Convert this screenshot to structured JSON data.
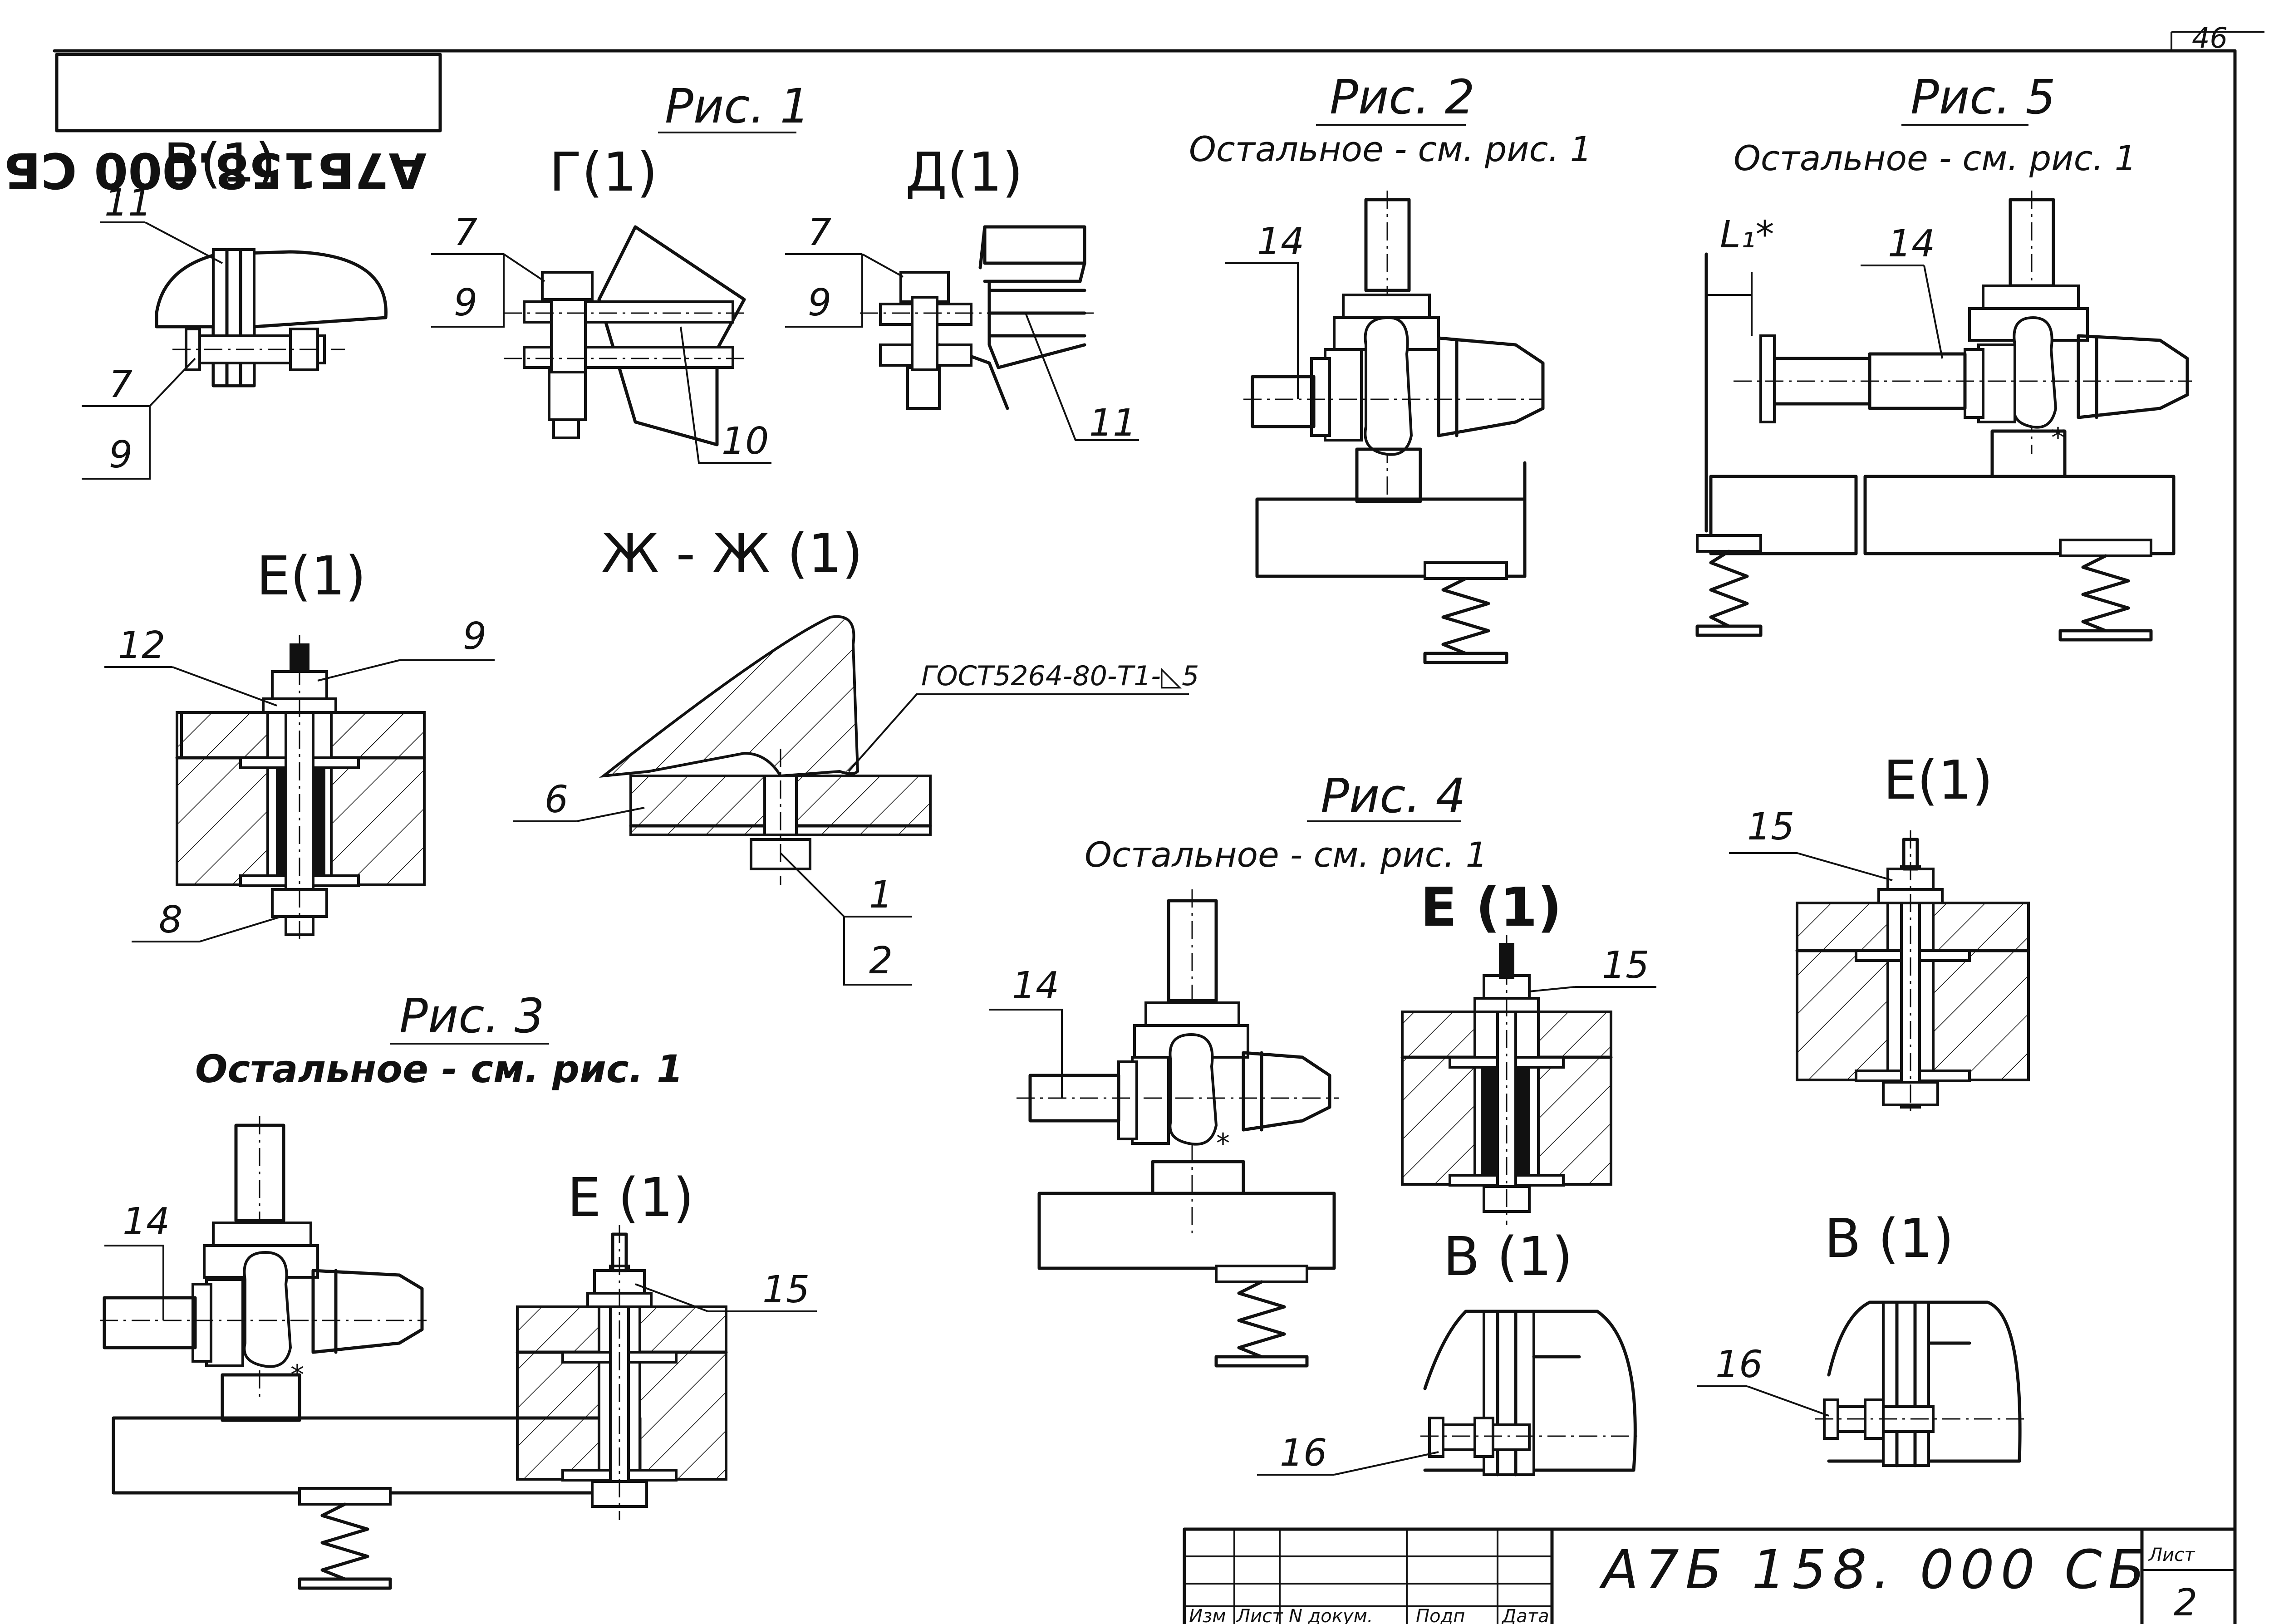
{
  "sheet": {
    "number": "46",
    "code_mirrored": "А7Б158.000 СБ",
    "code": "А7Б 158. 000 СБ",
    "sheet_label": "Лист",
    "sheet_no": "2"
  },
  "title_block": {
    "cols": [
      "Изм",
      "Лист",
      "N докум.",
      "Подп",
      "Дата"
    ]
  },
  "figures": {
    "fig1": {
      "caption": "Рис. 1"
    },
    "fig2": {
      "caption": "Рис. 2",
      "subcaption": "Остальное - см. рис. 1"
    },
    "fig3": {
      "caption": "Рис. 3",
      "subcaption": "Остальное - см. рис. 1"
    },
    "fig4": {
      "caption": "Рис. 4",
      "subcaption": "Остальное - см. рис. 1"
    },
    "fig5": {
      "caption": "Рис. 5",
      "subcaption": "Остальное - см. рис. 1"
    }
  },
  "views": {
    "v_b1": "В(1)",
    "v_g1": "Г(1)",
    "v_d1": "Д(1)",
    "v_e1a": "Е(1)",
    "v_zh": "Ж - Ж (1)",
    "v_e1b": "Е (1)",
    "v_e1c": "Е (1)",
    "v_e1d": "Е(1)",
    "v_b1b": "В (1)",
    "v_b1c": "В (1)"
  },
  "weld_note": "ГОСТ5264-80-Т1-◺5",
  "dim_label": "L₁*",
  "star": "*",
  "callouts": {
    "c11a": "11",
    "c7a": "7",
    "c9a": "9",
    "c7b": "7",
    "c9b": "9",
    "c10": "10",
    "c7c": "7",
    "c9c": "9",
    "c11b": "11",
    "c14a": "14",
    "c14b": "14",
    "c14c": "14",
    "c14d": "14",
    "c12": "12",
    "c9d": "9",
    "c8": "8",
    "c6": "6",
    "c1": "1",
    "c2": "2",
    "c15a": "15",
    "c15b": "15",
    "c15c": "15",
    "c16a": "16",
    "c16b": "16"
  }
}
